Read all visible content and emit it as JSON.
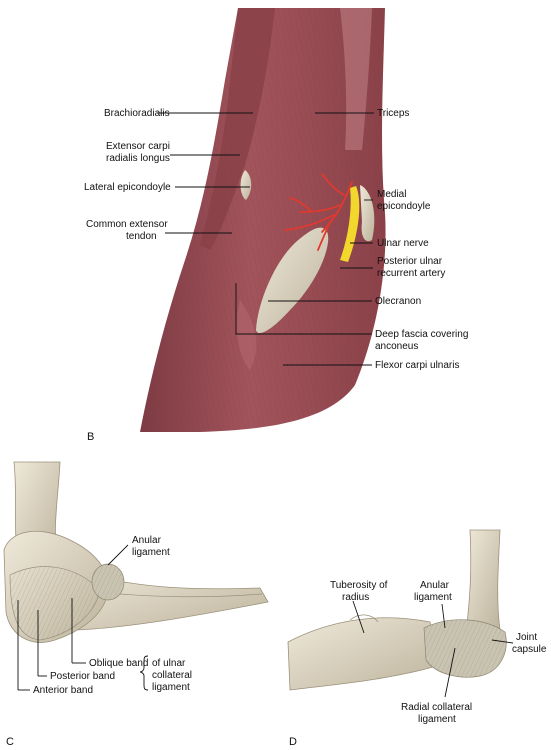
{
  "panels": {
    "b": {
      "letter": "B",
      "labels": {
        "brachioradialis": "Brachioradialis",
        "ecrl_1": "Extensor carpi",
        "ecrl_2": "radialis longus",
        "lateral_epicondyle": "Lateral epicondoyle",
        "cet_1": "Common extensor",
        "cet_2": "tendon",
        "triceps": "Triceps",
        "medial_epi_1": "Medial",
        "medial_epi_2": "epicondoyle",
        "ulnar_nerve": "Ulnar nerve",
        "pura_1": "Posterior ulnar",
        "pura_2": "recurrent artery",
        "olecranon": "Olecranon",
        "deep_fascia_1": "Deep fascia covering",
        "deep_fascia_2": "anconeus",
        "fcu": "Flexor carpi ulnaris"
      }
    },
    "c": {
      "letter": "C",
      "labels": {
        "anular_1": "Anular",
        "anular_2": "ligament",
        "oblique_band": "Oblique band",
        "posterior_band": "Posterior band",
        "anterior_band": "Anterior band",
        "of_ulnar": "of ulnar",
        "collateral": "collateral",
        "ligament": "ligament"
      }
    },
    "d": {
      "letter": "D",
      "labels": {
        "tuberosity_1": "Tuberosity of",
        "tuberosity_2": "radius",
        "anular_1": "Anular",
        "anular_2": "ligament",
        "joint_1": "Joint",
        "joint_2": "capsule",
        "rcl_1": "Radial collateral",
        "rcl_2": "ligament"
      }
    }
  },
  "colors": {
    "muscle": "#9b4d55",
    "muscle_dark": "#7a3a40",
    "muscle_light": "#b56a70",
    "bone": "#ddd6c3",
    "bone_shade": "#b8ae98",
    "nerve": "#f2d82c",
    "artery": "#e0392e",
    "ligament": "#c9c3b1"
  }
}
